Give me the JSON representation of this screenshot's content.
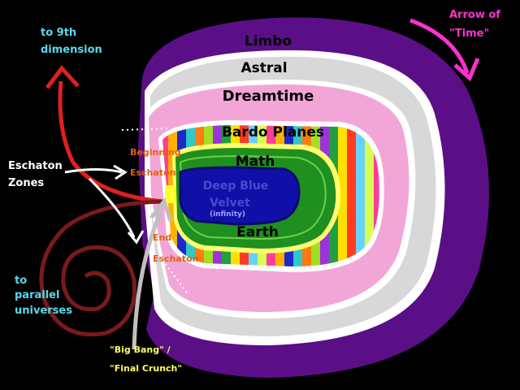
{
  "labels": {
    "limbo": "Limbo",
    "astral": "Astral",
    "dreamtime": "Dreamtime",
    "bardo": "Bardo Planes",
    "math": "Math",
    "deep_blue_1": "Deep Blue",
    "deep_blue_2": "Velvet",
    "infinity": "(infinity)",
    "earth": "Earth",
    "arrow_time_1": "Arrow of",
    "arrow_time_2": "\"Time\"",
    "ninth_1": "to 9th",
    "ninth_2": "dimension",
    "eschaton_zones_1": "Eschaton",
    "eschaton_zones_2": "Zones",
    "beginning_1": "Beginning",
    "beginning_2": "Eschaton",
    "end_1": "End",
    "end_2": "Eschaton",
    "parallel_1": "to",
    "parallel_2": "parallel",
    "parallel_3": "universes",
    "bigbang_1": "\"Big Bang\" /",
    "bigbang_2": "\"Final Crunch\""
  },
  "colors": {
    "background": "#000000",
    "limbo": "#5a0f86",
    "astral": "#d8d8d8",
    "white_band": "#ffffff",
    "dreamtime": "#f2a6d8",
    "bardo_stripes": [
      "#ff3c9a",
      "#ffb000",
      "#1c28c8",
      "#2ec8c8",
      "#ff7a10",
      "#a0e020",
      "#9a34d8",
      "#20a040",
      "#ffe000",
      "#ff3c20",
      "#6ad0ff",
      "#d8ff50"
    ],
    "math": "#1f8f1f",
    "earth": "#1f8f1f",
    "deep_blue": "#1010a8",
    "time_arrow": "#ff30d0",
    "ninth_arrow": "#e0201c",
    "spiral": "#7a1a1a",
    "eschaton_text": "#e06010",
    "cyan_text": "#5ad8e8",
    "yellow_text": "#ffff60",
    "grey_arrow": "#c0c0c0"
  }
}
